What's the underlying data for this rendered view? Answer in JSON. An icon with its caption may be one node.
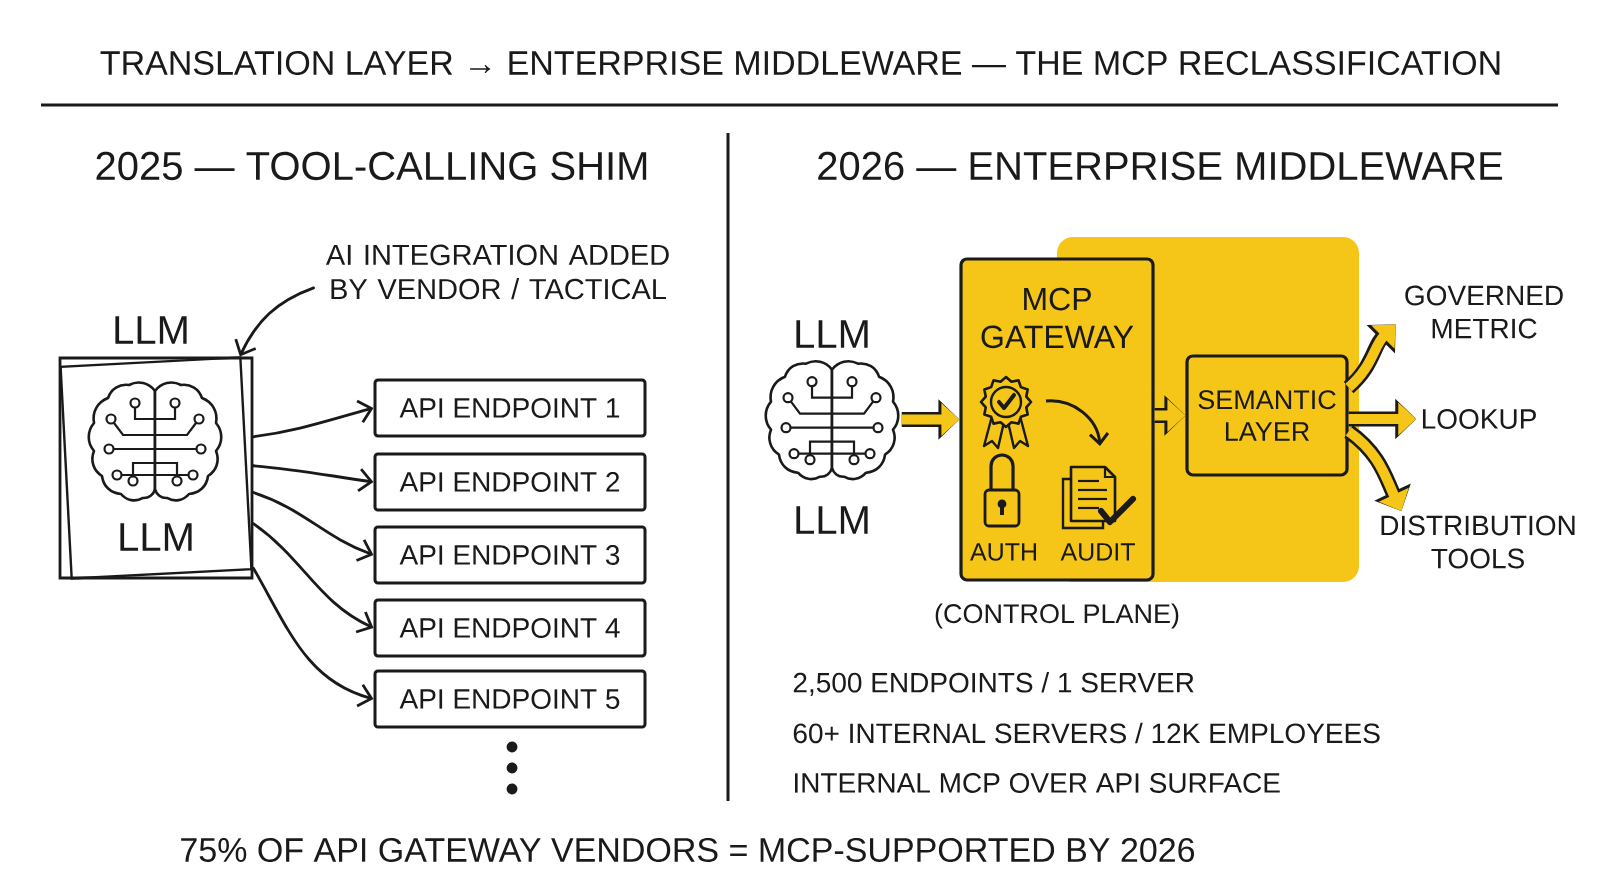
{
  "diagram": {
    "title": "TRANSLATION LAYER → ENTERPRISE MIDDLEWARE — THE MCP RECLASSIFICATION",
    "caption": "75% OF API GATEWAY VENDORS = MCP-SUPPORTED BY 2026",
    "nodes": [
      {
        "text": [
          "AI INTEGRATION ADDED BY VENDOR / TACTICAL"
        ]
      },
      {
        "text": [
          "LLM",
          "LLM"
        ]
      },
      {
        "text": [
          "API ENDPOINT 1"
        ]
      },
      {
        "text": [
          "API ENDPOINT 2"
        ]
      },
      {
        "text": [
          "API ENDPOINT 3"
        ]
      },
      {
        "text": [
          "API ENDPOINT 4"
        ]
      },
      {
        "text": [
          "API ENDPOINT 5"
        ]
      },
      {
        "text": [
          "LLM",
          "LLM"
        ]
      },
      {
        "text": [
          "MCP GATEWAY",
          "AUTH",
          "AUDIT"
        ],
        "beside": [
          "(CONTROL PLANE)"
        ]
      },
      {
        "text": [
          "SEMANTIC LAYER"
        ]
      },
      {
        "text": [
          "GOVERNED METRIC"
        ]
      },
      {
        "text": [
          "LOOKUP"
        ]
      },
      {
        "text": [
          "DISTRIBUTION TOOLS"
        ]
      }
    ],
    "edges": [
      {
        "from": 0,
        "to": 1,
        "arrow": "to"
      },
      {
        "from": 1,
        "to": 2,
        "arrow": "to"
      },
      {
        "from": 1,
        "to": 3,
        "arrow": "to"
      },
      {
        "from": 1,
        "to": 4,
        "arrow": "to"
      },
      {
        "from": 1,
        "to": 5,
        "arrow": "to"
      },
      {
        "from": 1,
        "to": 6,
        "arrow": "to"
      },
      {
        "from": 7,
        "to": 8,
        "arrow": "to",
        "style": "thick",
        "color": "#f5c518"
      },
      {
        "from": 8,
        "to": 9,
        "arrow": "to",
        "style": "thick",
        "color": "#f5c518"
      },
      {
        "from": 9,
        "to": 10,
        "arrow": "to",
        "style": "thick",
        "color": "#f5c518"
      },
      {
        "from": 9,
        "to": 11,
        "arrow": "to",
        "style": "thick",
        "color": "#f5c518"
      },
      {
        "from": 9,
        "to": 12,
        "arrow": "to",
        "style": "thick",
        "color": "#f5c518"
      }
    ],
    "labels": [
      "2025 — TOOL-CALLING SHIM",
      "2026 — ENTERPRISE MIDDLEWARE",
      "2,500 ENDPOINTS / 1 SERVER",
      "60+ INTERNAL SERVERS / 12K EMPLOYEES",
      "INTERNAL MCP OVER API SURFACE"
    ]
  }
}
